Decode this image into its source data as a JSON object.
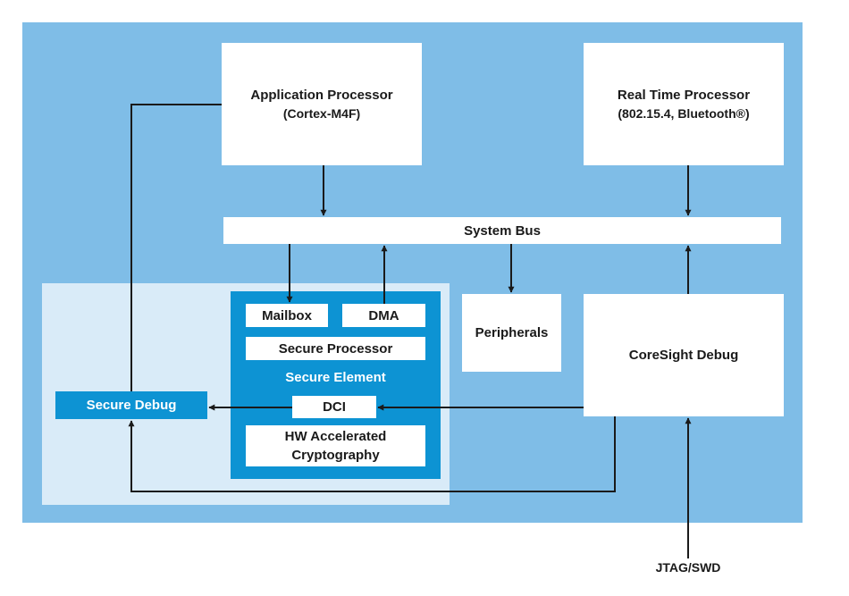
{
  "app_processor": {
    "line1": "Application Processor",
    "line2": "(Cortex-M4F)"
  },
  "rt_processor": {
    "line1": "Real Time Processor",
    "line2": "(802.15.4, Bluetooth®)"
  },
  "system_bus": "System Bus",
  "mailbox": "Mailbox",
  "dma": "DMA",
  "secure_processor": "Secure Processor",
  "secure_element": "Secure Element",
  "dci": "DCI",
  "hw_crypto": {
    "line1": "HW Accelerated",
    "line2": "Cryptography"
  },
  "peripherals": "Peripherals",
  "coresight": "CoreSight Debug",
  "secure_debug": "Secure Debug",
  "jtag": "JTAG/SWD",
  "colors": {
    "outer_bg": "#7fbde7",
    "secure_region_bg": "#d9ebf8",
    "secure_element_bg": "#0d93d3",
    "line": "#1a1a1a"
  }
}
